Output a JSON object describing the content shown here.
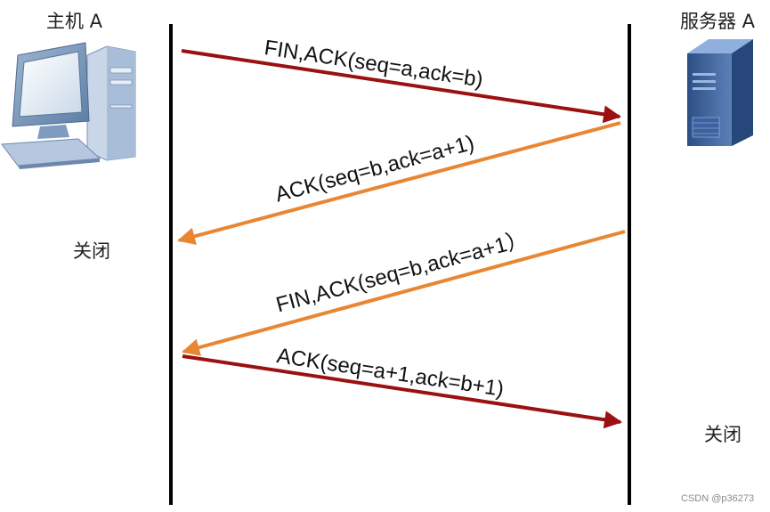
{
  "host": {
    "label": "主机 A",
    "status": "关闭",
    "icon": "desktop-computer-icon"
  },
  "server": {
    "label": "服务器 A",
    "status": "关闭",
    "icon": "server-tower-icon"
  },
  "messages": [
    {
      "text": "FIN,ACK(seq=a,ack=b)",
      "direction": "host-to-server",
      "color": "#9b1010"
    },
    {
      "text": "ACK(seq=b,ack=a+1)",
      "direction": "server-to-host",
      "color": "#e88632"
    },
    {
      "text": "FIN,ACK(seq=b,ack=a+1）",
      "direction": "server-to-host",
      "color": "#e88632"
    },
    {
      "text": "ACK(seq=a+1,ack=b+1)",
      "direction": "host-to-server",
      "color": "#9b1010"
    }
  ],
  "watermark": "CSDN @p36273",
  "colors": {
    "lifeline": "#000000",
    "host_color": "#9b1010",
    "server_color": "#e88632"
  }
}
